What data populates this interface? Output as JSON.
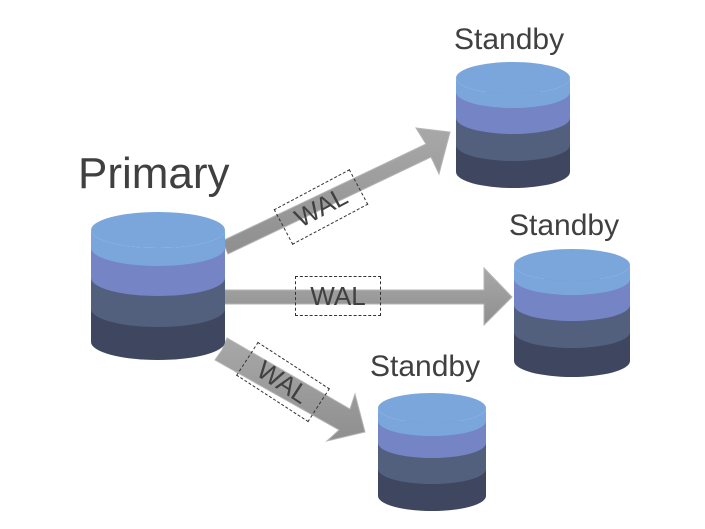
{
  "primary": {
    "label": "Primary"
  },
  "standbys": [
    {
      "label": "Standby"
    },
    {
      "label": "Standby"
    },
    {
      "label": "Standby"
    }
  ],
  "replication_links": [
    {
      "label": "WAL"
    },
    {
      "label": "WAL"
    },
    {
      "label": "WAL"
    }
  ],
  "colors": {
    "arrow_fill": "#9b9b9b",
    "arrow_edge": "#c8c8c8",
    "disk_top": "#7aa6dc",
    "disk_band_1": "#7484c4",
    "disk_band_2": "#52607e",
    "disk_band_3": "#3f4760",
    "text": "#404040"
  }
}
